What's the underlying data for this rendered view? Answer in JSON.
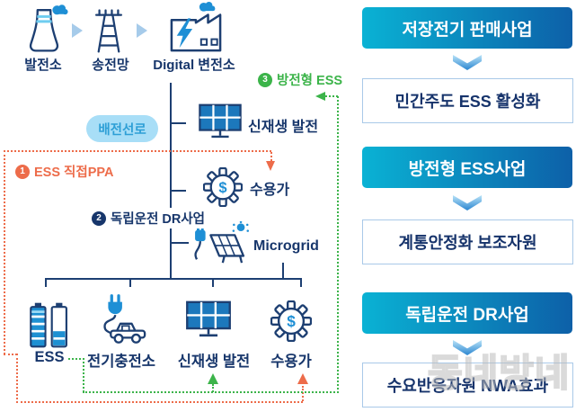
{
  "colors": {
    "navy": "#1d3f72",
    "text_navy": "#17366b",
    "blue": "#1e8fd5",
    "panel_blue": "#1c78bc",
    "green": "#3cb44a",
    "orange": "#ed6c4a",
    "pill_bg": "#a8def7",
    "pill_text": "#2d9fd6",
    "header_gradient_start": "#0ab2d4",
    "header_gradient_end": "#0d60a8"
  },
  "flow": {
    "top": [
      {
        "label": "발전소"
      },
      {
        "label": "송전망"
      },
      {
        "label": "Digital 변전소"
      }
    ],
    "distribution_pill": "배전선로",
    "nodes": {
      "renewable": "신재생 발전",
      "consumer": "수용가",
      "microgrid": "Microgrid"
    },
    "annotations": [
      {
        "number": "1",
        "label": "ESS 직접PPA"
      },
      {
        "number": "2",
        "label": "독립운전 DR사업"
      },
      {
        "number": "3",
        "label": "방전형 ESS"
      }
    ],
    "bottom": [
      {
        "label": "ESS"
      },
      {
        "label": "전기충전소"
      },
      {
        "label": "신재생 발전"
      },
      {
        "label": "수용가"
      }
    ]
  },
  "icons": {
    "dollar": "$"
  },
  "panel": {
    "groups": [
      {
        "header": "저장전기 판매사업",
        "result": "민간주도 ESS 활성화"
      },
      {
        "header": "방전형 ESS사업",
        "result": "계통안정화 보조자원"
      },
      {
        "header": "독립운전 DR사업",
        "result": "수요반응자원 NWA효과"
      }
    ]
  },
  "watermark": "동네방네"
}
